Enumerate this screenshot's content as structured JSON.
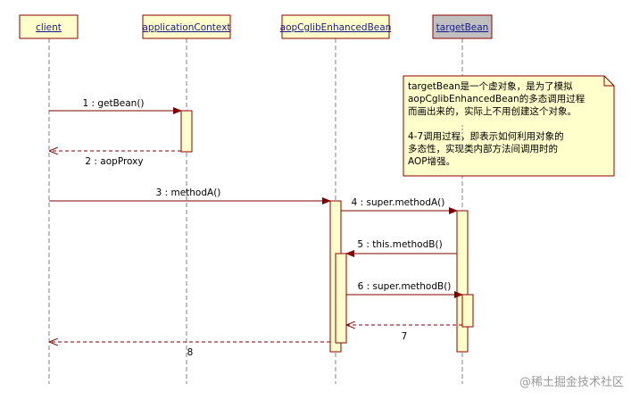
{
  "lifelines": [
    {
      "id": "client",
      "label": "client",
      "fill": "#ffffcc"
    },
    {
      "id": "applicationContext",
      "label": "applicationContext",
      "fill": "#ffffcc"
    },
    {
      "id": "aopCglibEnhancedBean",
      "label": "aopCglibEnhancedBean",
      "fill": "#ffffcc"
    },
    {
      "id": "targetBean",
      "label": "targetBean",
      "fill": "#c0c0c0"
    }
  ],
  "messages": [
    {
      "id": "m1",
      "label": "1 : getBean()",
      "kind": "call"
    },
    {
      "id": "m2",
      "label": "2 : aopProxy",
      "kind": "return"
    },
    {
      "id": "m3",
      "label": "3 : methodA()",
      "kind": "call"
    },
    {
      "id": "m4",
      "label": "4 : super.methodA()",
      "kind": "call"
    },
    {
      "id": "m5",
      "label": "5 : this.methodB()",
      "kind": "call"
    },
    {
      "id": "m6",
      "label": "6 : super.methodB()",
      "kind": "call"
    },
    {
      "id": "m7",
      "label": "7",
      "kind": "return"
    },
    {
      "id": "m8",
      "label": "8",
      "kind": "return"
    }
  ],
  "note": {
    "lines": [
      "targetBean是一个虚对象，是为了模拟",
      "aopCglibEnhancedBean的多态调用过程",
      "而画出来的，实际上不用创建这个对象。",
      "",
      "4-7调用过程，即表示如何利用对象的",
      "多态性，实现类内部方法间调用时的",
      "AOP增强。"
    ],
    "fill": "#ffffcc"
  },
  "watermark": "@稀土掘金技术社区",
  "colors": {
    "arrow": "#800000",
    "activation": "#ffffcc",
    "line": "#808080"
  }
}
